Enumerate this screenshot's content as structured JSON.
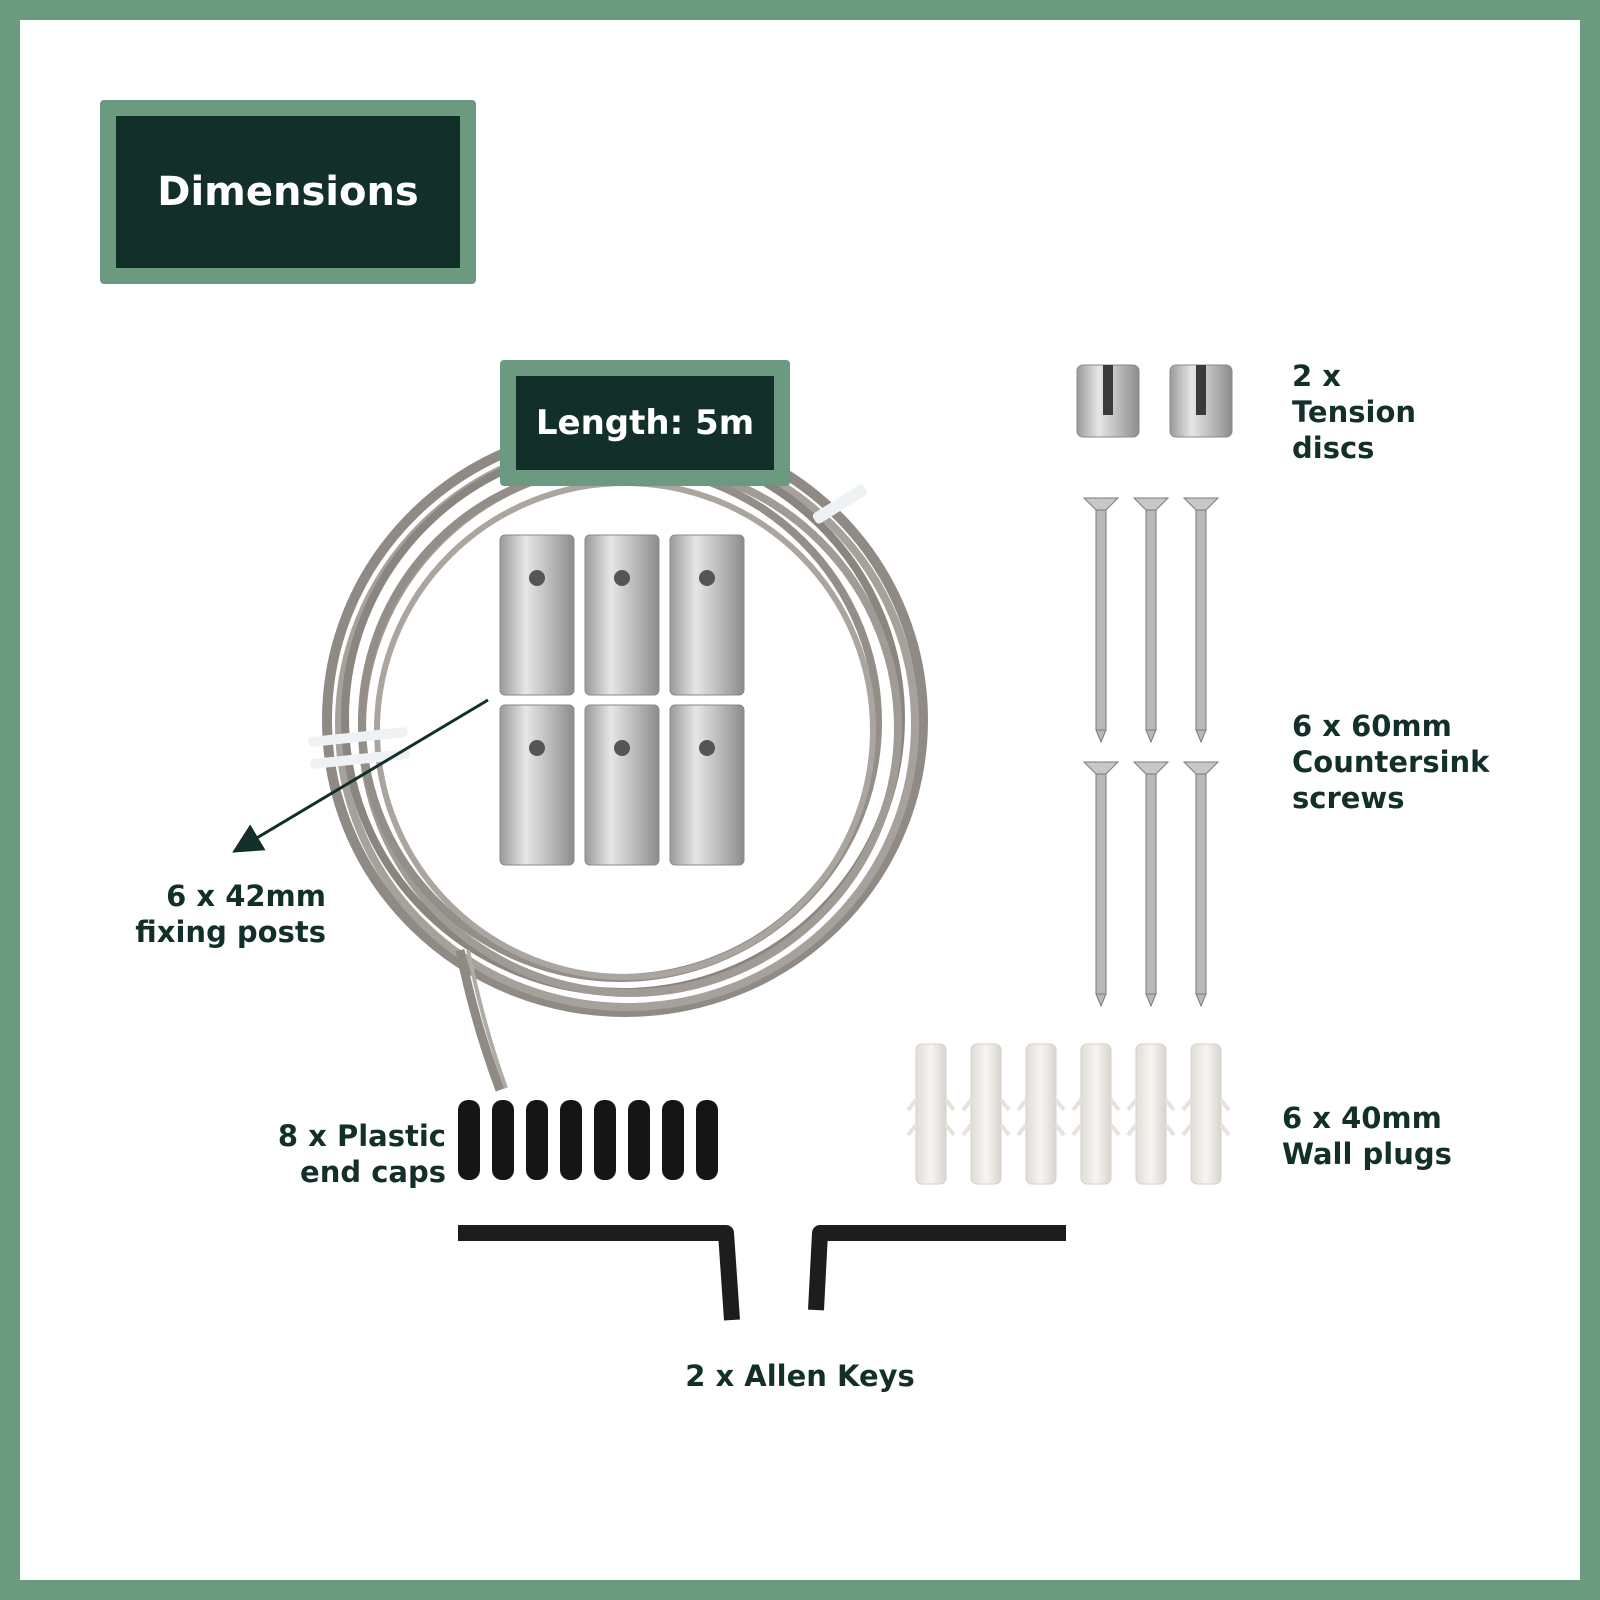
{
  "page": {
    "title": "Dimensions",
    "length_tag": "Length: 5m"
  },
  "components": {
    "tension_discs": "2 x\nTension\ndiscs",
    "countersink_screws": "6 x 60mm\nCountersink\nscrews",
    "wall_plugs": "6 x 40mm\nWall plugs",
    "end_caps": "8 x Plastic\nend caps",
    "fixing_posts": "6 x 42mm\nfixing posts",
    "allen_keys": "2 x Allen Keys"
  },
  "colors": {
    "frame": "#6b9a80",
    "tag_background": "#123029",
    "text": "#123029"
  }
}
